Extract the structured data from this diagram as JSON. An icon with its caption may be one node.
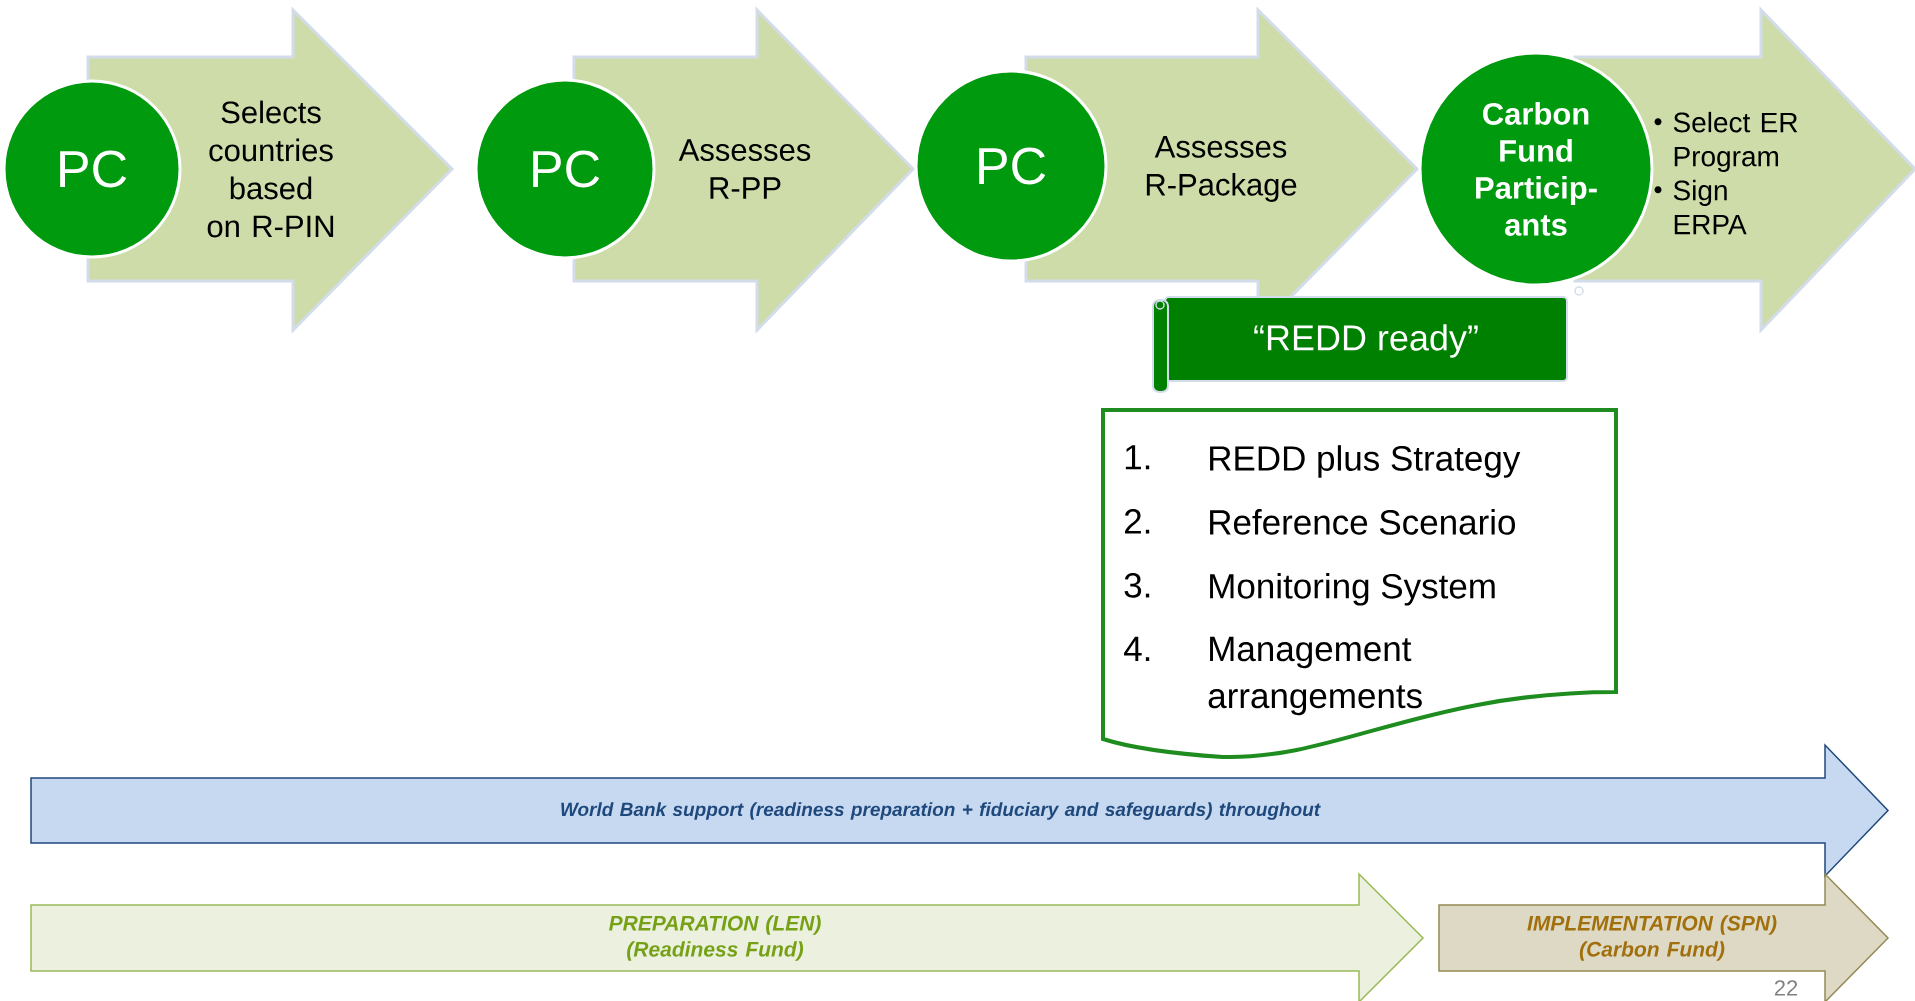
{
  "diagram": {
    "nodes": [
      {
        "text": [
          "PC"
        ]
      },
      {
        "text": [
          "Selects countries based on R-PIN"
        ]
      },
      {
        "text": [
          "PC"
        ]
      },
      {
        "text": [
          "Assesses R-PP"
        ]
      },
      {
        "text": [
          "PC"
        ]
      },
      {
        "text": [
          "Assesses R-Package"
        ]
      },
      {
        "text": [
          "Carbon Fund Particip- ants"
        ]
      },
      {
        "text": [
          "Select ER Program",
          "Sign ERPA"
        ]
      },
      {
        "text": [
          "“REDD ready”"
        ]
      },
      {
        "text": [
          "1.",
          "REDD plus Strategy",
          "2.",
          "Reference Scenario",
          "3.",
          "Monitoring System",
          "4.",
          "Management arrangements"
        ]
      },
      {
        "text": [
          "World Bank support  (readiness preparation + fiduciary and safeguards) throughout"
        ]
      },
      {
        "text": [
          "PREPARATION (LEN)",
          "(Readiness Fund)"
        ]
      },
      {
        "text": [
          "IMPLEMENTATION (SPN)",
          "(Carbon Fund)"
        ]
      }
    ],
    "labels": [
      "22"
    ]
  }
}
